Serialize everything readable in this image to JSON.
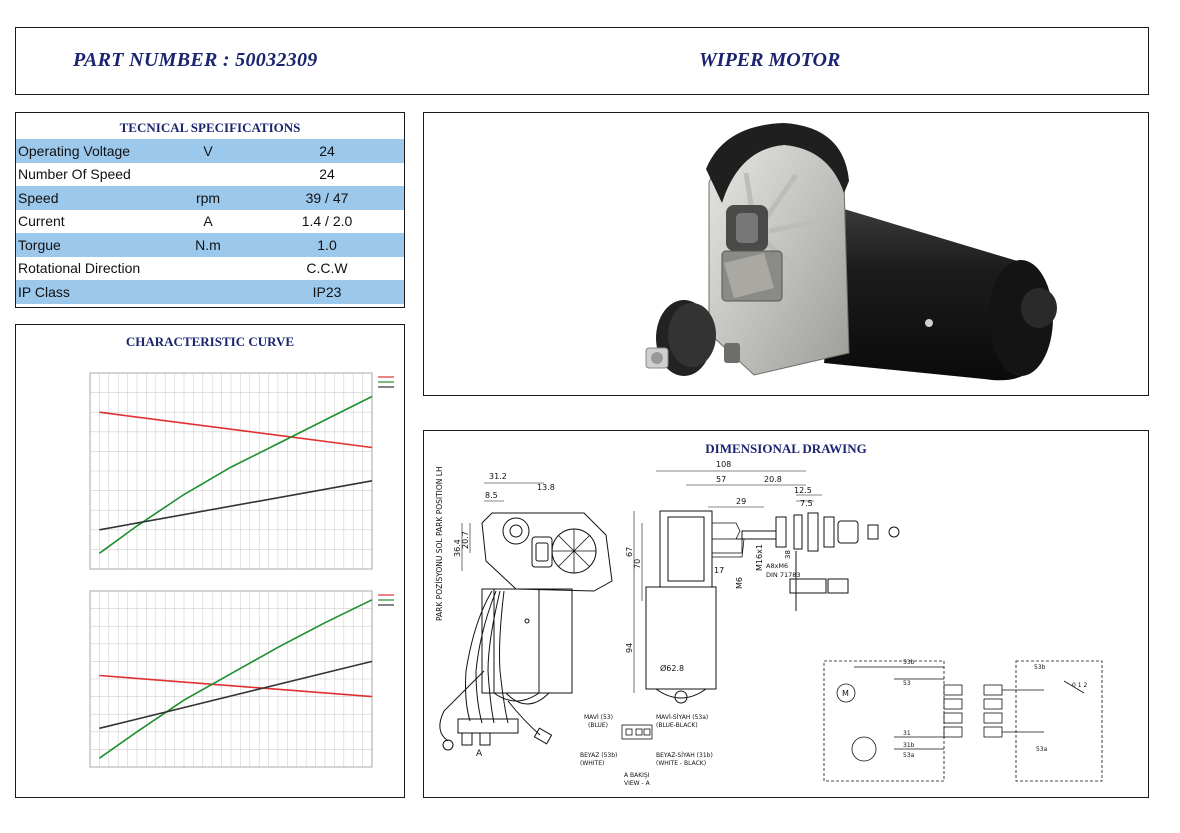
{
  "header": {
    "part_number": "PART NUMBER  : 50032309",
    "product_title": "WIPER MOTOR"
  },
  "specs": {
    "title": "TECNICAL SPECIFICATIONS",
    "rows": [
      {
        "name": "Operating Voltage",
        "unit": "V",
        "value": "24"
      },
      {
        "name": "Number Of Speed",
        "unit": "",
        "value": "24"
      },
      {
        "name": "Speed",
        "unit": "rpm",
        "value": "39 / 47"
      },
      {
        "name": "Current",
        "unit": "A",
        "value": "1.4 / 2.0"
      },
      {
        "name": "Torgue",
        "unit": "N.m",
        "value": "1.0"
      },
      {
        "name": "Rotational Direction",
        "unit": "",
        "value": "C.C.W"
      },
      {
        "name": "IP Class",
        "unit": "",
        "value": "IP23"
      }
    ],
    "row_color": "#9cc8ec"
  },
  "curve": {
    "title": "CHARACTERISTIC CURVE"
  },
  "chart_data": [
    {
      "type": "line",
      "title": "",
      "xlim": [
        0,
        3.0
      ],
      "series": [
        {
          "color": "#e03030",
          "x": [
            0.1,
            3.0
          ],
          "y": [
            0.8,
            0.62
          ]
        },
        {
          "color": "#1e8f2e",
          "x": [
            0.1,
            0.5,
            1.0,
            1.5,
            2.0,
            2.5,
            3.0
          ],
          "y": [
            0.08,
            0.22,
            0.38,
            0.52,
            0.64,
            0.76,
            0.88
          ]
        },
        {
          "color": "#333333",
          "x": [
            0.1,
            3.0
          ],
          "y": [
            0.2,
            0.45
          ]
        }
      ]
    },
    {
      "type": "line",
      "title": "",
      "xlim": [
        0,
        3.0
      ],
      "series": [
        {
          "color": "#e03030",
          "x": [
            0.1,
            3.0
          ],
          "y": [
            0.52,
            0.4
          ]
        },
        {
          "color": "#1e8f2e",
          "x": [
            0.1,
            0.5,
            1.0,
            1.5,
            2.0,
            2.5,
            3.0
          ],
          "y": [
            0.05,
            0.2,
            0.38,
            0.53,
            0.68,
            0.82,
            0.95
          ]
        },
        {
          "color": "#333333",
          "x": [
            0.1,
            3.0
          ],
          "y": [
            0.22,
            0.6
          ]
        }
      ]
    }
  ],
  "drawing": {
    "title": "DIMENSIONAL DRAWING",
    "dims": {
      "d108": "108",
      "d57": "57",
      "d20_8": "20.8",
      "d12_5": "12.5",
      "d7_5": "7.5",
      "d29": "29",
      "d31_2": "31.2",
      "d13_8": "13.8",
      "d8_5": "8.5",
      "d36_4": "36.4",
      "d20_7": "20.7",
      "d67": "67",
      "d70": "70",
      "d94": "94",
      "d17": "17",
      "m16": "M16x1",
      "m6": "M6",
      "dia": "Ø62.8",
      "a8": "A8xM6",
      "din": "DIN 71783",
      "d38": "38"
    },
    "side_label": "PARK POZİSYONU SOL\nPARK POSITION LH",
    "connector": {
      "l1": "MAVİ (53)",
      "l1b": "(BLUE)",
      "l2": "MAVİ-SİYAH (53a)",
      "l2b": "(BLUE-BLACK)",
      "l3": "BEYAZ (53b)",
      "l3b": "(WHITE)",
      "l4": "BEYAZ-SİYAH (31b)",
      "l4b": "(WHITE - BLACK)",
      "view1": "A BAKIŞI",
      "view2": "VIEW - A",
      "arrow": "A"
    },
    "wiring": {
      "t53b": "53b",
      "t53": "53",
      "t31b": "31b",
      "t31": "31",
      "t53a": "53a",
      "motor": "M",
      "relay": "0 1 2"
    }
  }
}
